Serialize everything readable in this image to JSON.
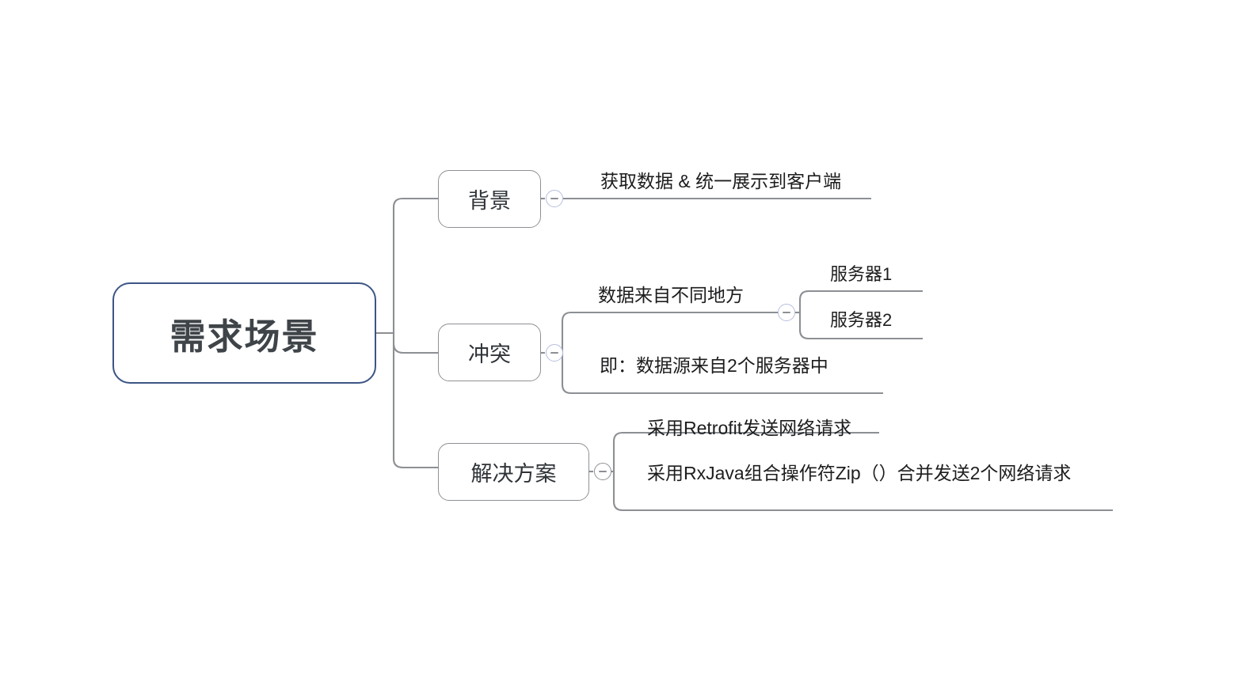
{
  "diagram": {
    "type": "mindmap",
    "title": "需求场景",
    "root": {
      "label": "需求场景"
    },
    "branches": [
      {
        "id": "background",
        "label": "背景",
        "toggle": {
          "icon": "minus-circle-icon",
          "state": "expanded",
          "color": "#b7bde0"
        },
        "leaves": [
          {
            "id": "bg-leaf-1",
            "label": "获取数据 & 统一展示到客户端"
          }
        ]
      },
      {
        "id": "conflict",
        "label": "冲突",
        "toggle": {
          "icon": "minus-circle-icon",
          "state": "expanded",
          "color": "#b7bde0"
        },
        "leaves": [
          {
            "id": "conflict-leaf-1",
            "label": "数据来自不同地方",
            "toggle": {
              "icon": "minus-circle-icon",
              "state": "expanded",
              "color": "#b7bde0"
            },
            "children": [
              {
                "id": "server-1",
                "label": "服务器1"
              },
              {
                "id": "server-2",
                "label": "服务器2"
              }
            ]
          },
          {
            "id": "conflict-leaf-2",
            "label": "即：数据源来自2个服务器中"
          }
        ]
      },
      {
        "id": "solution",
        "label": "解决方案",
        "toggle": {
          "icon": "minus-circle-icon",
          "state": "expanded",
          "color": "#8f9194"
        },
        "leaves": [
          {
            "id": "sol-leaf-1",
            "label": "采用Retrofit发送网络请求"
          },
          {
            "id": "sol-leaf-2",
            "label": "采用RxJava组合操作符Zip（）合并发送2个网络请求"
          }
        ]
      }
    ],
    "colors": {
      "root_border": "#3c5584",
      "branch_border": "#8f9194",
      "connector": "#8c8f93",
      "toggle_accent": "#b7bde0",
      "text": "#1d1d1f",
      "background": "#ffffff"
    }
  }
}
